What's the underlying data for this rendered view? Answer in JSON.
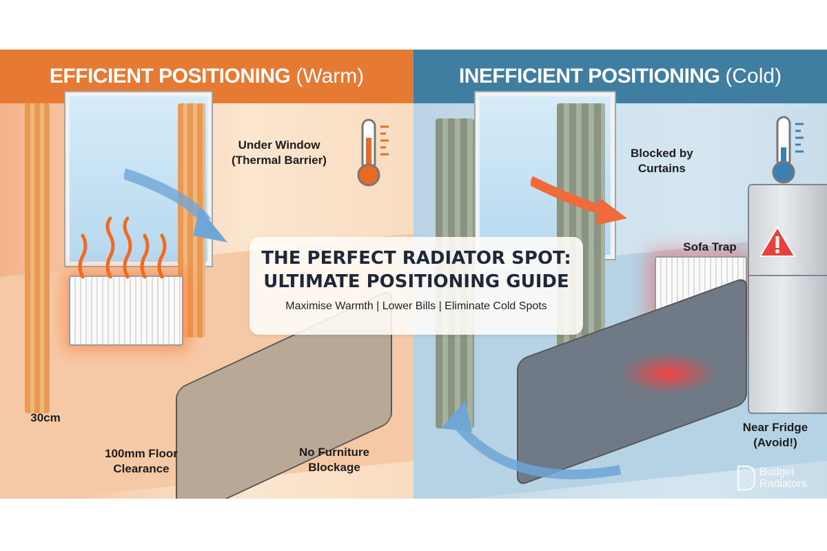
{
  "left_panel": {
    "heading_bold": "EFFICIENT POSITIONING",
    "heading_light": "(Warm)",
    "banner_color": "#e67a33",
    "thermometer_state": "hot",
    "labels": {
      "under_window_line1": "Under Window",
      "under_window_line2": "(Thermal Barrier)",
      "distance": "30cm",
      "floor_line1": "100mm Floor",
      "floor_line2": "Clearance",
      "furniture_line1": "No Furniture",
      "furniture_line2": "Blockage"
    }
  },
  "right_panel": {
    "heading_bold": "INEFFICIENT POSITIONING",
    "heading_light": "(Cold)",
    "banner_color": "#3f7ea0",
    "thermometer_state": "cold",
    "labels": {
      "curtains_line1": "Blocked by",
      "curtains_line2": "Curtains",
      "sofa": "Sofa Trap",
      "fridge_line1": "Near Fridge",
      "fridge_line2": "(Avoid!)"
    },
    "warning_icon": "warning-triangle"
  },
  "center_card": {
    "title_line1": "THE PERFECT RADIATOR SPOT:",
    "title_line2": "ULTIMATE POSITIONING GUIDE",
    "subtitle": "Maximise Warmth | Lower Bills | Eliminate Cold Spots"
  },
  "logo": {
    "line1": "Budget",
    "line2": "Radiators"
  }
}
